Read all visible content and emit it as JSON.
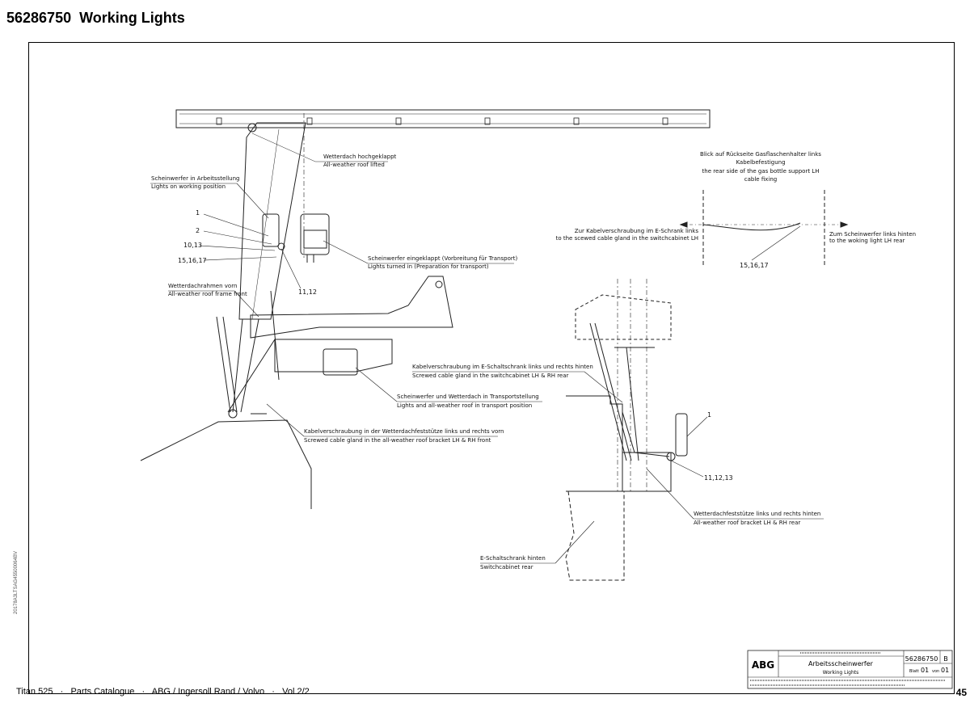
{
  "header": {
    "doc_number": "56286750",
    "title": "Working Lights"
  },
  "side_code": "20178A3LTSAG45500064BV",
  "callouts": {
    "roof_lifted_de": "Wetterdach hochgeklappt",
    "roof_lifted_en": "All-weather roof lifted",
    "lights_working_de": "Scheinwerfer in Arbeitsstellung",
    "lights_working_en": "Lights on working position",
    "lights_in_de": "Scheinwerfer eingeklappt (Vorbreitung für Transport)",
    "lights_in_en": "Lights turned in (Preparation for transport)",
    "frame_front_de": "Wetterdachrahmen vorn",
    "frame_front_en": "All-weather roof frame front",
    "transport_de": "Scheinwerfer und Wetterdach in Transportstellung",
    "transport_en": "Lights and all-weather roof in transport position",
    "gland_cabinet_de": "Kabelverschraubung im E-Schaltschrank links und rechts hinten",
    "gland_cabinet_en": "Screwed cable gland in the switchcabinet LH & RH rear",
    "gland_bracket_de": "Kabelverschraubung in der Wetterdachfeststütze links und rechts vorn",
    "gland_bracket_en": "Screwed cable gland in the all-weather roof bracket LH & RH front",
    "bracket_rear_de": "Wetterdachfeststütze links und rechts hinten",
    "bracket_rear_en": "All-weather roof bracket LH & RH rear",
    "switch_rear_de": "E-Schaltschrank hinten",
    "switch_rear_en": "Switchcabinet rear",
    "view_de_1": "Blick auf Rückseite  Gasflaschenhalter links",
    "view_de_2": "Kabelbefestigung",
    "view_en_1": "the rear side of the gas bottle support LH",
    "view_en_2": "cable fixing",
    "to_gland_de": "Zur Kabelverschraubung  im E-Schrank links",
    "to_gland_en": "to the scewed cable gland in the switchcabinet LH",
    "to_light_de": "Zum Scheinwerfer links hinten",
    "to_light_en": "to the woking light LH rear"
  },
  "item_numbers": {
    "n1": "1",
    "n2": "2",
    "n10_13": "10,13",
    "n15_16_17": "15,16,17",
    "n11_12": "11,12",
    "n15_16_17_b": "15,16,17",
    "n1_b": "1",
    "n11_12_13": "11,12,13"
  },
  "title_block": {
    "logo": "ABG",
    "doc_number": "56286750",
    "revision": "B",
    "title_de": "Arbeitsscheinwerfer",
    "title_en": "Working Lights",
    "sheet_label": "Blatt",
    "sheet_number": "01",
    "of_label": "von",
    "sheet_total": "01"
  },
  "footer": {
    "text": "Titan 525   ·   Parts Catalogue   ·   ABG / Ingersoll Rand / Volvo   ·   Vol 2/2",
    "page": "45"
  }
}
